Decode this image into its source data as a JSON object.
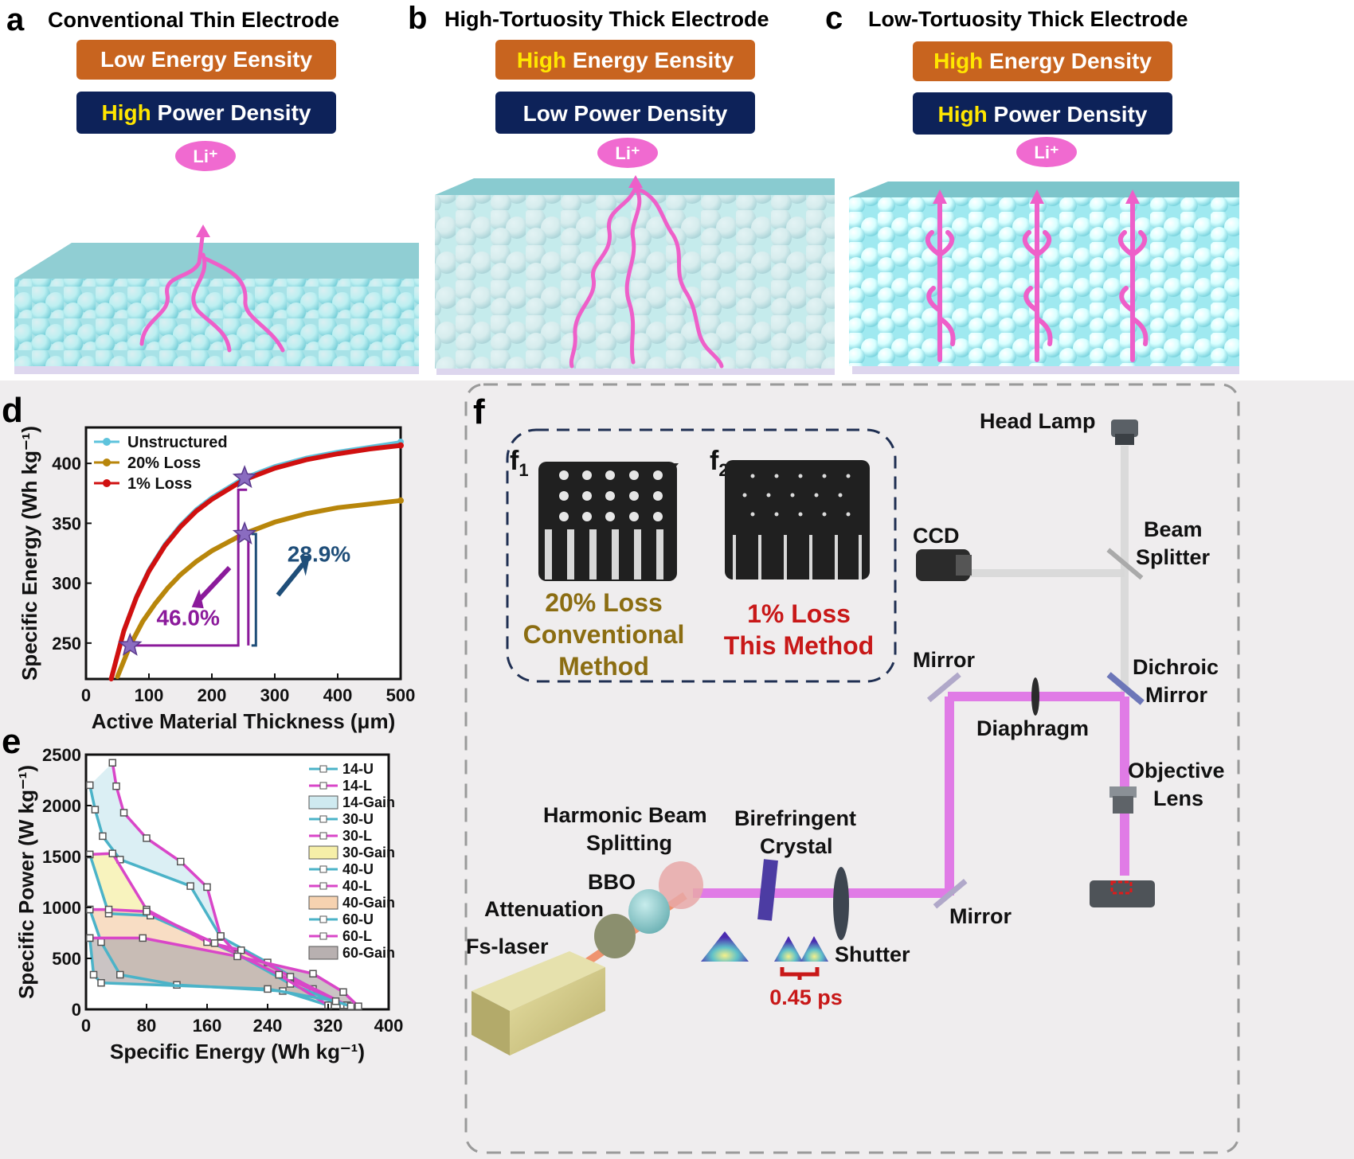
{
  "panels": {
    "a": {
      "letter": "a",
      "title": "Conventional Thin Electrode",
      "energy": {
        "word": "Low",
        "rest": " Energy Eensity"
      },
      "power": {
        "word": "High",
        "rest": " Power Density"
      },
      "li": "Li⁺"
    },
    "b": {
      "letter": "b",
      "title": "High-Tortuosity Thick Electrode",
      "energy": {
        "word": "High",
        "rest": " Energy Eensity"
      },
      "power": {
        "word": "Low",
        "rest": " Power Density"
      },
      "li": "Li⁺"
    },
    "c": {
      "letter": "c",
      "title": "Low-Tortuosity Thick Electrode",
      "energy": {
        "word": "High",
        "rest": " Energy Density"
      },
      "power": {
        "word": "High",
        "rest": " Power Density"
      },
      "li": "Li⁺"
    }
  },
  "colors": {
    "energy_box": "#c8641f",
    "power_box": "#0d2259",
    "highlight": "#ffe600",
    "li_badge": "#f06ad0",
    "electrolyte": "#6cc0c8",
    "particle": "#cfffff",
    "path": "#ee5fc9",
    "purple": "#8b1a9b",
    "navy": "#1f4e79",
    "panel_bg": "#efedee"
  },
  "panel_d": {
    "letter": "d",
    "pct_purple": "46.0%",
    "pct_navy": "28.9%"
  },
  "panel_e": {
    "letter": "e"
  },
  "panel_f": {
    "letter": "f",
    "f1": {
      "label": "f",
      "sub": "1",
      "line1": "20% Loss",
      "line2": "Conventional",
      "line3": "Method"
    },
    "f2": {
      "label": "f",
      "sub": "2",
      "line1": "1% Loss",
      "line2": "This Method"
    },
    "labels": {
      "head_lamp": "Head Lamp",
      "ccd": "CCD",
      "beam_splitter_1": "Beam",
      "beam_splitter_2": "Splitter",
      "mirror_top": "Mirror",
      "dichroic_1": "Dichroic",
      "dichroic_2": "Mirror",
      "diaphragm": "Diaphragm",
      "objective_1": "Objective",
      "objective_2": "Lens",
      "harmonic_1": "Harmonic Beam",
      "harmonic_2": "Splitting",
      "birefringent_1": "Birefringent",
      "birefringent_2": "Crystal",
      "bbo": "BBO",
      "attenuation": "Attenuation",
      "fs_laser": "Fs-laser",
      "shutter": "Shutter",
      "mirror_bottom": "Mirror",
      "delay": "0.45 ps"
    }
  },
  "chart_data": [
    {
      "type": "line",
      "xlabel": "Active Material Thickness  (μm)",
      "ylabel": "Specific Energy  (Wh kg⁻¹)",
      "xlim": [
        0,
        500
      ],
      "ylim": [
        220,
        430
      ],
      "xticks": [
        0,
        100,
        200,
        300,
        400,
        500
      ],
      "yticks": [
        250,
        300,
        350,
        400
      ],
      "legend_position": "top-left",
      "series": [
        {
          "name": "Unstructured",
          "color": "#5ec3dc",
          "x": [
            40,
            60,
            80,
            100,
            125,
            150,
            175,
            200,
            250,
            300,
            350,
            400,
            450,
            500
          ],
          "y": [
            222,
            262,
            290,
            312,
            333,
            349,
            362,
            372,
            388,
            398,
            405,
            410,
            414,
            418
          ]
        },
        {
          "name": "20% Loss",
          "color": "#b8860b",
          "x": [
            50,
            70,
            90,
            110,
            130,
            150,
            175,
            200,
            250,
            300,
            350,
            400,
            450,
            500
          ],
          "y": [
            222,
            248,
            268,
            283,
            296,
            307,
            318,
            327,
            341,
            351,
            358,
            363,
            366,
            369
          ]
        },
        {
          "name": "1% Loss",
          "color": "#d01010",
          "x": [
            40,
            60,
            80,
            100,
            125,
            150,
            175,
            200,
            250,
            300,
            350,
            400,
            450,
            500
          ],
          "y": [
            220,
            260,
            288,
            310,
            331,
            347,
            360,
            370,
            386,
            396,
            403,
            408,
            412,
            415
          ]
        }
      ],
      "annotations": [
        "46.0%",
        "28.9%"
      ]
    },
    {
      "type": "line",
      "xlabel": "Specific Energy  (Wh kg⁻¹)",
      "ylabel": "Specific Power  (W kg⁻¹)",
      "xlim": [
        0,
        400
      ],
      "ylim": [
        0,
        2500
      ],
      "xticks": [
        0,
        80,
        160,
        240,
        320,
        400
      ],
      "yticks": [
        0,
        500,
        1000,
        1500,
        2000,
        2500
      ],
      "legend_position": "right",
      "series": [
        {
          "name": "14-U",
          "color": "#4bb3c8",
          "x": [
            5,
            12,
            22,
            45,
            138,
            178,
            240,
            300,
            340
          ],
          "y": [
            2200,
            1960,
            1700,
            1470,
            1210,
            710,
            460,
            200,
            30
          ]
        },
        {
          "name": "14-L",
          "color": "#d946c8",
          "x": [
            35,
            40,
            50,
            80,
            125,
            160,
            178,
            200,
            255,
            345
          ],
          "y": [
            2420,
            2190,
            1930,
            1680,
            1450,
            1200,
            720,
            540,
            340,
            40
          ]
        },
        {
          "name": "14-Gain"
        },
        {
          "name": "30-U",
          "color": "#4bb3c8",
          "x": [
            5,
            30,
            85,
            200,
            270,
            340
          ],
          "y": [
            1520,
            940,
            920,
            540,
            250,
            40
          ]
        },
        {
          "name": "30-L",
          "color": "#d946c8",
          "x": [
            5,
            35,
            80,
            160,
            205,
            270,
            345
          ],
          "y": [
            1520,
            1530,
            980,
            660,
            580,
            320,
            40
          ]
        },
        {
          "name": "30-Gain"
        },
        {
          "name": "40-U",
          "color": "#4bb3c8",
          "x": [
            5,
            20,
            45,
            120,
            260,
            320
          ],
          "y": [
            980,
            660,
            340,
            240,
            180,
            40
          ]
        },
        {
          "name": "40-L",
          "color": "#d946c8",
          "x": [
            5,
            30,
            80,
            170,
            255,
            320
          ],
          "y": [
            980,
            980,
            960,
            650,
            340,
            40
          ]
        },
        {
          "name": "40-Gain"
        },
        {
          "name": "60-U",
          "color": "#4bb3c8",
          "x": [
            5,
            10,
            20,
            240,
            330,
            350
          ],
          "y": [
            700,
            340,
            260,
            200,
            80,
            30
          ]
        },
        {
          "name": "60-L",
          "color": "#d946c8",
          "x": [
            5,
            75,
            200,
            300,
            340,
            360
          ],
          "y": [
            700,
            700,
            520,
            350,
            170,
            30
          ]
        },
        {
          "name": "60-Gain"
        }
      ]
    }
  ]
}
